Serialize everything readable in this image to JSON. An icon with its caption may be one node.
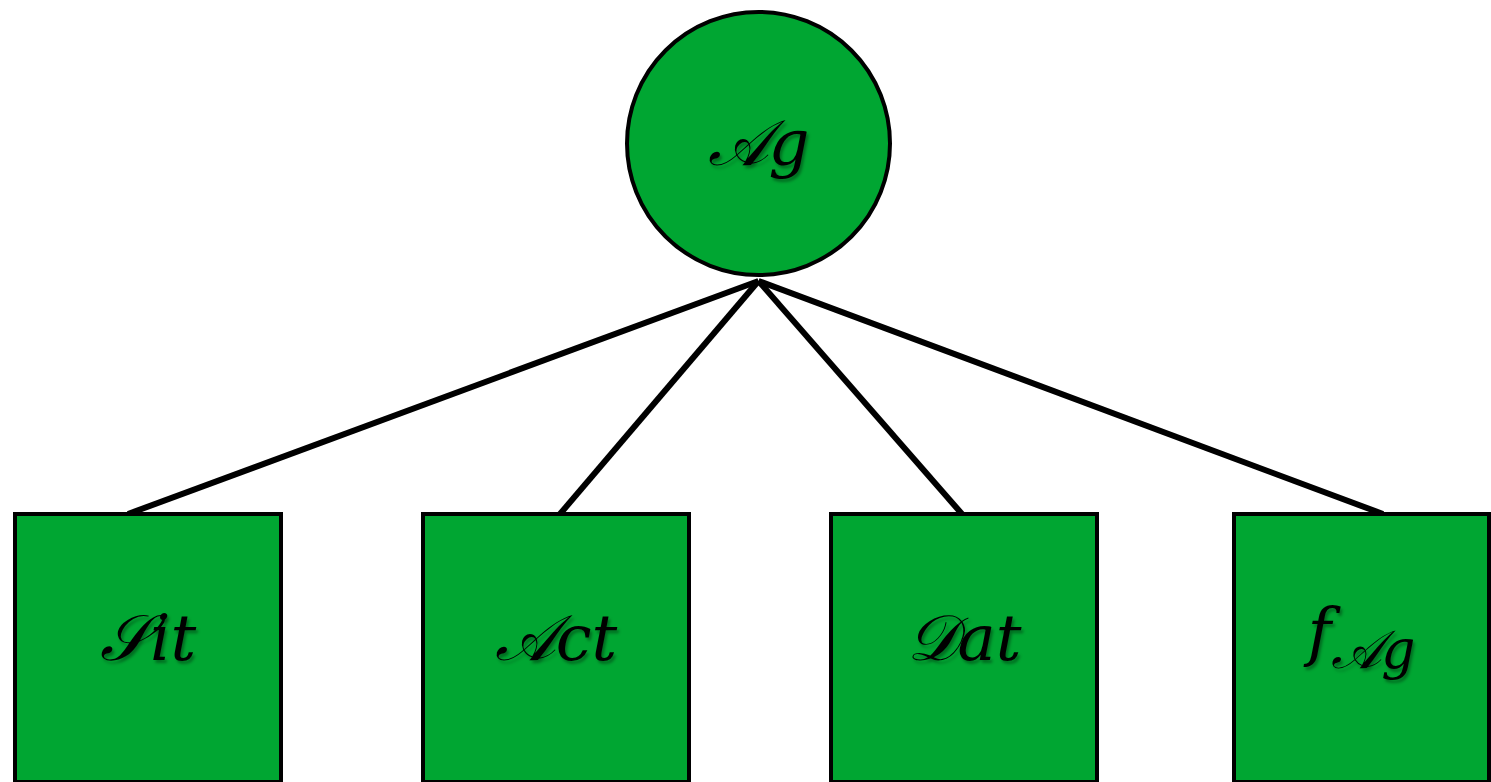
{
  "diagram": {
    "nodes": [
      {
        "text": [
          "𝒜g"
        ]
      },
      {
        "text": [
          "𝒮it"
        ]
      },
      {
        "text": [
          "𝒜ct"
        ]
      },
      {
        "text": [
          "𝒟at"
        ]
      },
      {
        "text": [
          "f$_{𝒜g}$"
        ]
      }
    ],
    "edges": [
      {
        "from": 0,
        "to": 1,
        "arrow": "none"
      },
      {
        "from": 0,
        "to": 2,
        "arrow": "none"
      },
      {
        "from": 0,
        "to": 3,
        "arrow": "none"
      },
      {
        "from": 0,
        "to": 4,
        "arrow": "none"
      }
    ]
  }
}
